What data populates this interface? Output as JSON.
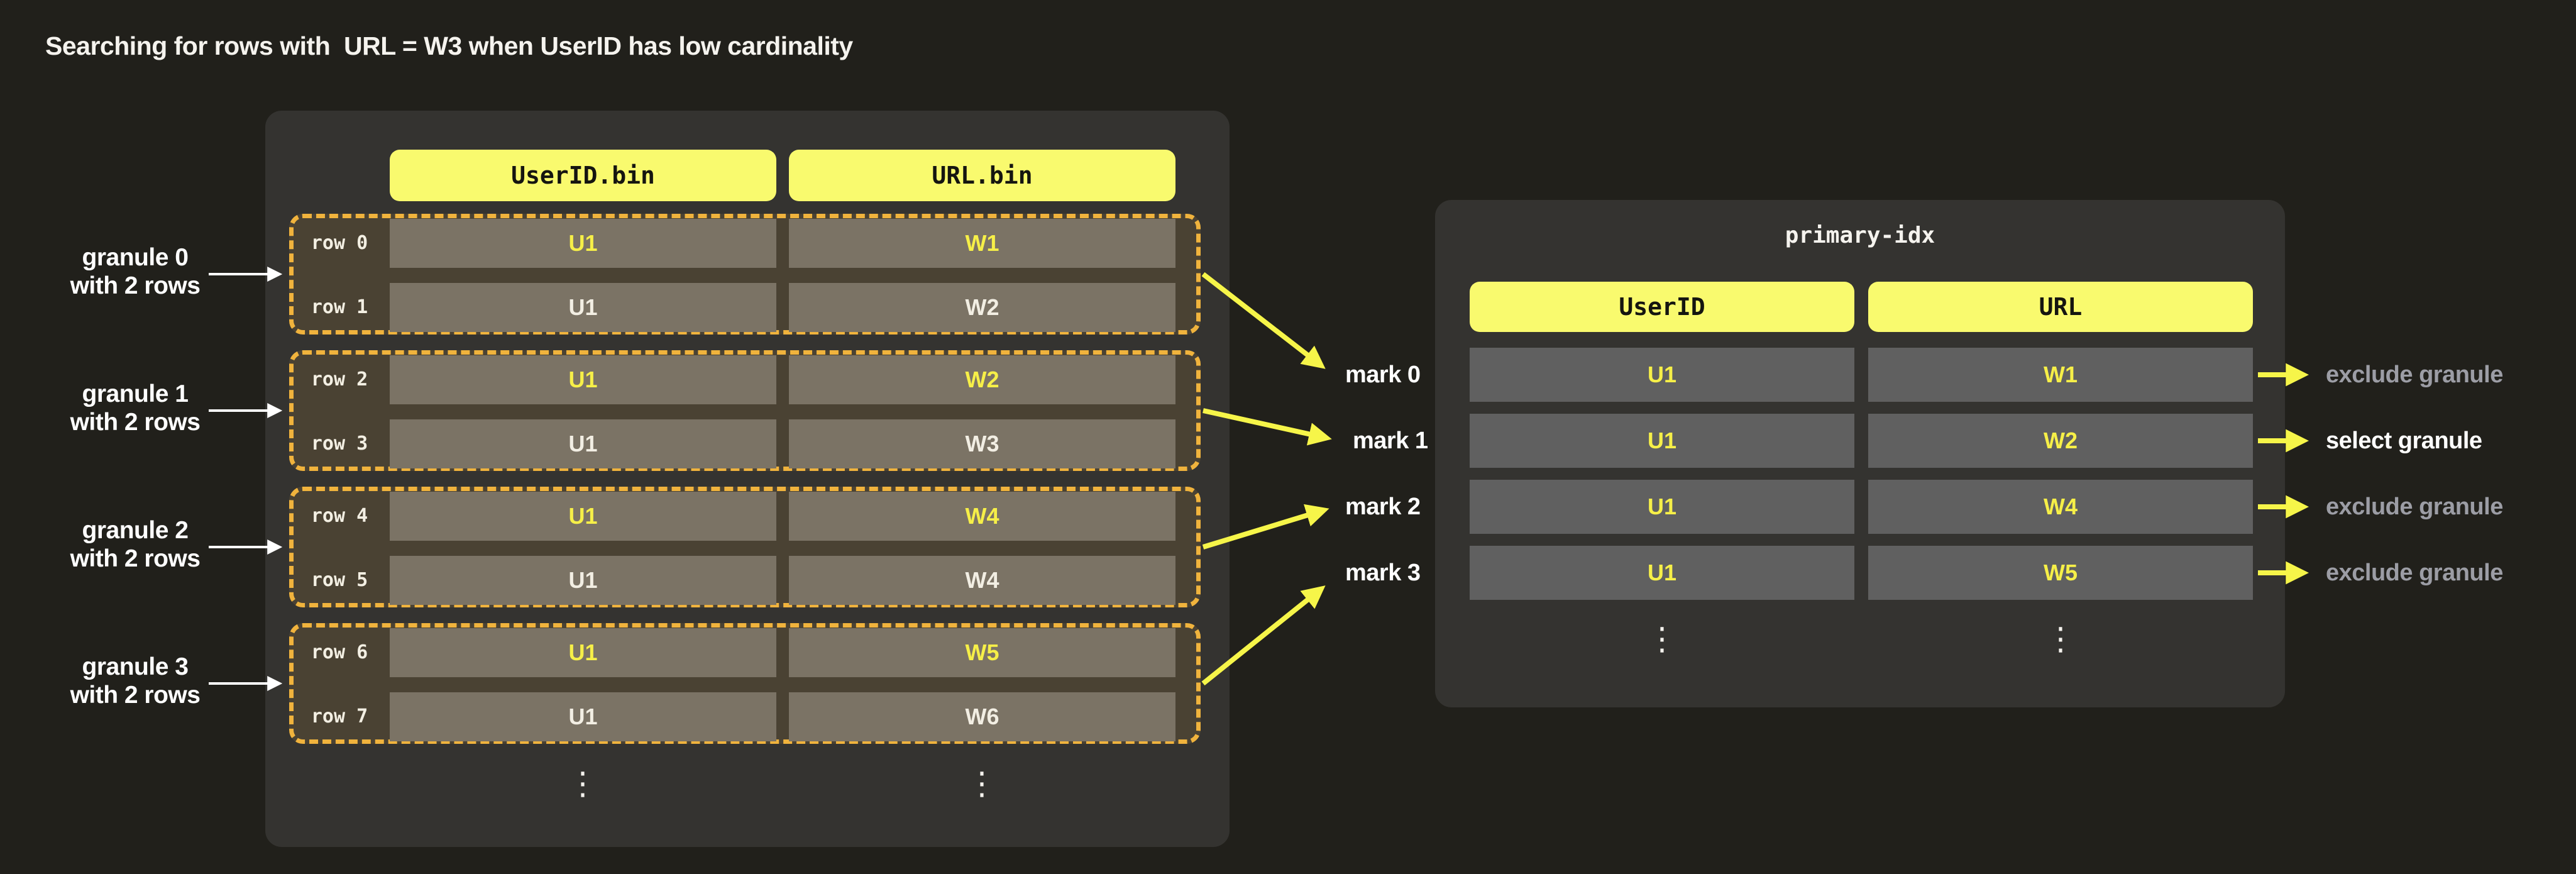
{
  "title": "Searching for rows with  URL = W3 when UserID has low cardinality",
  "colors": {
    "background": "#21201b",
    "panel": "#343330",
    "header_pill": "#f9fa6e",
    "granule_fill": "#4a4233",
    "granule_dashed_border": "#f0b33d",
    "bin_cell": "#7b7365",
    "index_cell": "#606060",
    "highlight_yellow_text": "#f6ef48",
    "arrow_yellow": "#f6f549",
    "muted_label": "#9c9da5"
  },
  "bin_files_panel": {
    "column_headers": [
      "UserID.bin",
      "URL.bin"
    ],
    "granules": [
      {
        "name": "granule 0",
        "subtitle": "with 2 rows",
        "rows": [
          {
            "label": "row 0",
            "user_id": "U1",
            "url": "W1"
          },
          {
            "label": "row 1",
            "user_id": "U1",
            "url": "W2"
          }
        ]
      },
      {
        "name": "granule 1",
        "subtitle": "with 2 rows",
        "rows": [
          {
            "label": "row 2",
            "user_id": "U1",
            "url": "W2"
          },
          {
            "label": "row 3",
            "user_id": "U1",
            "url": "W3"
          }
        ]
      },
      {
        "name": "granule 2",
        "subtitle": "with 2 rows",
        "rows": [
          {
            "label": "row 4",
            "user_id": "U1",
            "url": "W4"
          },
          {
            "label": "row 5",
            "user_id": "U1",
            "url": "W4"
          }
        ]
      },
      {
        "name": "granule 3",
        "subtitle": "with 2 rows",
        "rows": [
          {
            "label": "row 6",
            "user_id": "U1",
            "url": "W5"
          },
          {
            "label": "row 7",
            "user_id": "U1",
            "url": "W6"
          }
        ]
      }
    ],
    "ellipsis": "⋮"
  },
  "marks": [
    "mark 0",
    "mark 1",
    "mark 2",
    "mark 3"
  ],
  "primary_index_panel": {
    "title": "primary-idx",
    "column_headers": [
      "UserID",
      "URL"
    ],
    "rows": [
      {
        "user_id": "U1",
        "url": "W1"
      },
      {
        "user_id": "U1",
        "url": "W2"
      },
      {
        "user_id": "U1",
        "url": "W4"
      },
      {
        "user_id": "U1",
        "url": "W5"
      }
    ],
    "ellipsis": "⋮"
  },
  "decisions": [
    {
      "label": "exclude granule"
    },
    {
      "label": "select granule"
    },
    {
      "label": "exclude granule"
    },
    {
      "label": "exclude granule"
    }
  ]
}
